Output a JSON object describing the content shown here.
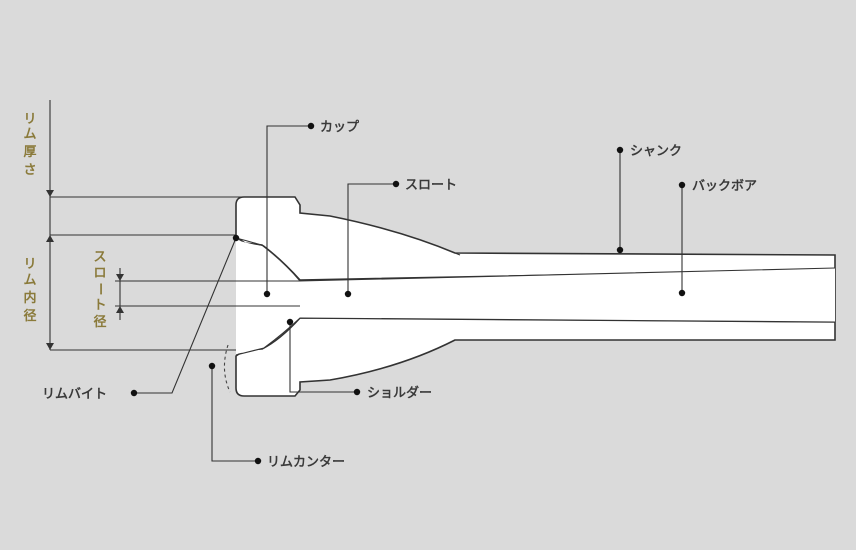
{
  "labels": {
    "cup": "カップ",
    "shank": "シャンク",
    "throat": "スロート",
    "backbore": "バックボア",
    "shoulder": "ショルダー",
    "rim_bite": "リムバイト",
    "rim_contour": "リムカンター"
  },
  "vertical_labels": {
    "rim_thickness": [
      "リ",
      "ム",
      "厚",
      "さ"
    ],
    "rim_inner_diameter": [
      "リ",
      "ム",
      "内",
      "径"
    ],
    "throat_diameter": [
      "ス",
      "ロ",
      "ー",
      "ト",
      "径"
    ]
  },
  "colors": {
    "background": "#dadada",
    "body": "#ffffff",
    "line": "#333333",
    "dimension_text": "#8a7a3a"
  }
}
